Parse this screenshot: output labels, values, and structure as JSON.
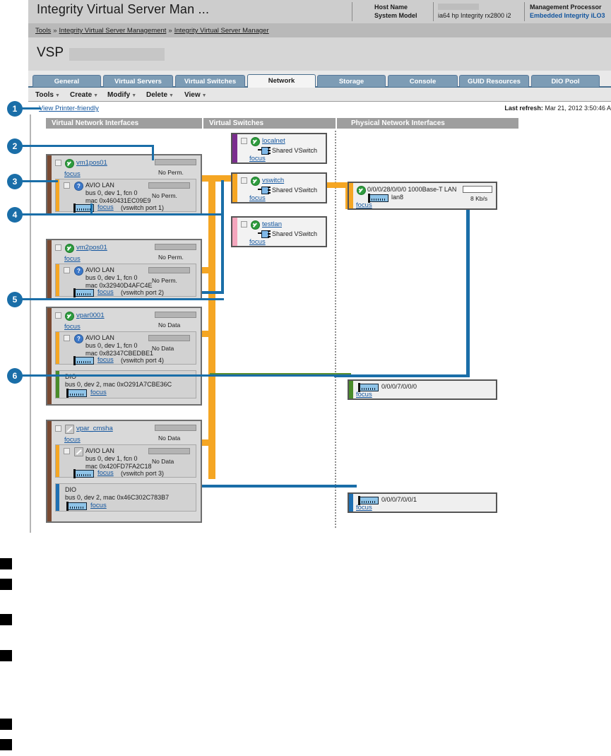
{
  "header": {
    "app_title": "Integrity Virtual Server Man ...",
    "host_name_label": "Host Name",
    "host_name_value": "",
    "system_model_label": "System Model",
    "system_model_value": "ia64 hp Integrity rx2800 i2",
    "management_processor_label": "Management Processor",
    "management_processor_value": "Embedded Integrity iLO3"
  },
  "breadcrumb": {
    "items": [
      "Tools",
      "Integrity Virtual Server Management",
      "Integrity Virtual Server Manager"
    ],
    "separator": "»"
  },
  "vsp": {
    "label": "VSP",
    "value": ""
  },
  "tabs": [
    {
      "label": "General",
      "active": false
    },
    {
      "label": "Virtual Servers",
      "active": false
    },
    {
      "label": "Virtual Switches",
      "active": false
    },
    {
      "label": "Network",
      "active": true
    },
    {
      "label": "Storage",
      "active": false
    },
    {
      "label": "Console",
      "active": false
    },
    {
      "label": "GUID Resources",
      "active": false
    },
    {
      "label": "DIO Pool",
      "active": false
    }
  ],
  "menubar": [
    {
      "label": "Tools"
    },
    {
      "label": "Create"
    },
    {
      "label": "Modify"
    },
    {
      "label": "Delete"
    },
    {
      "label": "View"
    }
  ],
  "actions": {
    "printer_friendly": "View Printer-friendly",
    "last_refresh_label": "Last refresh:",
    "last_refresh_value": "Mar 21, 2012 3:50:46 A"
  },
  "columns": {
    "vni": "Virtual Network Interfaces",
    "vsw": "Virtual Switches",
    "pni": "Physical Network Interfaces"
  },
  "virtual_servers": [
    {
      "name": "vm1pos01",
      "status_icon": "green-check-icon",
      "focus": "focus",
      "meter_label": "No Perm.",
      "devices": [
        {
          "type": "AVIO LAN",
          "status_icon": "blue-question-icon",
          "bus": "bus 0, dev 1, fcn 0",
          "mac": "mac 0x460431EC09E9",
          "focus": "focus",
          "port": "(vswitch port 1)",
          "meter_label": "No Perm."
        }
      ]
    },
    {
      "name": "vm2pos01",
      "status_icon": "green-check-icon",
      "focus": "focus",
      "meter_label": "No Perm.",
      "devices": [
        {
          "type": "AVIO LAN",
          "status_icon": "blue-question-icon",
          "bus": "bus 0, dev 1, fcn 0",
          "mac": "mac 0x32940D4AFC4E",
          "focus": "focus",
          "port": "(vswitch port 2)",
          "meter_label": "No Perm."
        }
      ]
    },
    {
      "name": "vpar0001",
      "status_icon": "green-check-icon",
      "focus": "focus",
      "meter_label": "No Data",
      "devices": [
        {
          "type": "AVIO LAN",
          "status_icon": "blue-question-icon",
          "bus": "bus 0, dev 1, fcn 0",
          "mac": "mac 0x82347CBEDBE1",
          "focus": "focus",
          "port": "(vswitch port 4)",
          "meter_label": "No Data"
        },
        {
          "type": "DIO",
          "status_icon": "none",
          "bus_mac": "bus 0, dev 2, mac 0xO291A7CBE36C",
          "focus": "focus",
          "bar_color": "#4a8c2a"
        }
      ]
    },
    {
      "name": "vpar_cmsha",
      "status_icon": "grey-pending-icon",
      "focus": "focus",
      "meter_label": "No Data",
      "devices": [
        {
          "type": "AVIO LAN",
          "status_icon": "grey-pending-icon",
          "bus": "bus 0, dev 1, fcn 0",
          "mac": "mac 0x420FD7FA2C18",
          "focus": "focus",
          "port": "(vswitch port 3)",
          "meter_label": "No Data"
        },
        {
          "type": "DIO",
          "status_icon": "none",
          "bus_mac": "bus 0, dev 2, mac 0x46C302C783B7",
          "focus": "focus",
          "bar_color": "#1f6fb2"
        }
      ]
    }
  ],
  "virtual_switches": [
    {
      "name": "localnet",
      "status_icon": "green-check-icon",
      "kind": "Shared VSwitch",
      "focus": "focus",
      "bar_color": "#7b2d8e"
    },
    {
      "name": "vswitch",
      "status_icon": "green-check-icon",
      "kind": "Shared VSwitch",
      "focus": "focus",
      "bar_color": "#f5a623"
    },
    {
      "name": "testlan",
      "status_icon": "green-check-icon",
      "kind": "Shared VSwitch",
      "focus": "focus",
      "bar_color": "#f4a6bd"
    }
  ],
  "physical_interfaces": [
    {
      "status_icon": "green-check-icon",
      "path": "0/0/0/28/0/0/0 1000Base-T LAN",
      "device": "lan8",
      "focus": "focus",
      "throughput": "8 Kb/s",
      "bar_color": "#f5a623"
    },
    {
      "status_icon": "none",
      "path": "0/0/0/7/0/0/0",
      "device": "",
      "focus": "focus",
      "throughput": "",
      "bar_color": "#4a8c2a"
    },
    {
      "status_icon": "none",
      "path": "0/0/0/7/0/0/1",
      "device": "",
      "focus": "focus",
      "throughput": "",
      "bar_color": "#1f6fb2"
    }
  ],
  "callouts": [
    {
      "number": "1"
    },
    {
      "number": "2"
    },
    {
      "number": "3"
    },
    {
      "number": "4"
    },
    {
      "number": "5"
    },
    {
      "number": "6"
    }
  ],
  "colors": {
    "callout": "#1a6ea8",
    "connector_orange": "#f5a623",
    "connector_blue": "#1a6ea8",
    "connector_green": "#5a8f30",
    "link": "#12559e",
    "header_bg": "#cdcdcd",
    "tab_inactive": "#7d9cb5"
  }
}
